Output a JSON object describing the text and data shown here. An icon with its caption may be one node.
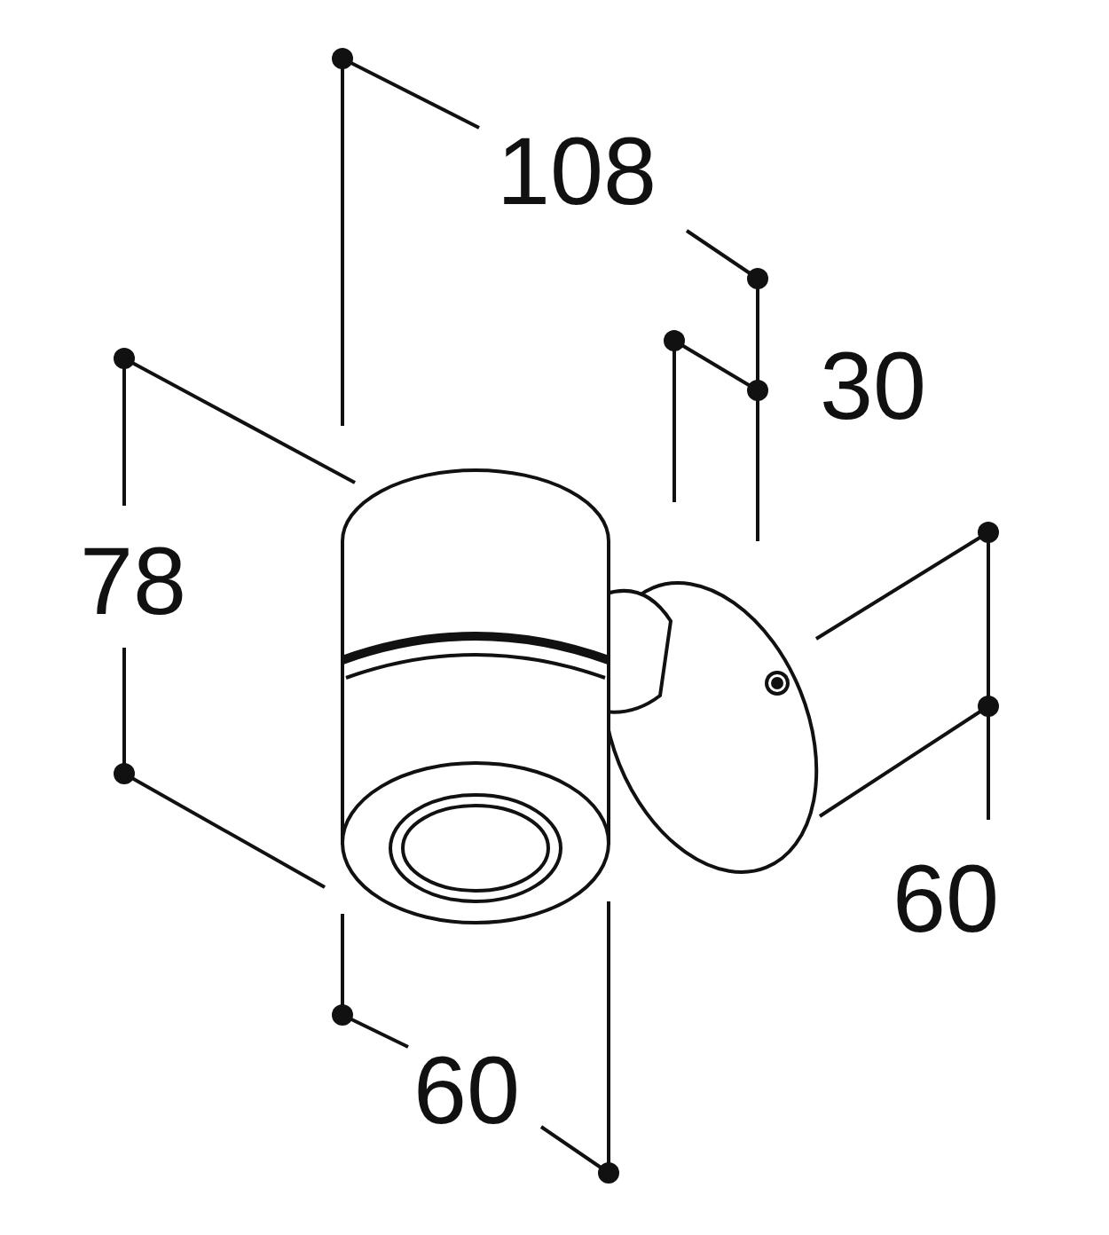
{
  "diagram": {
    "labels": [
      "108",
      "30",
      "78",
      "60",
      "60"
    ]
  }
}
